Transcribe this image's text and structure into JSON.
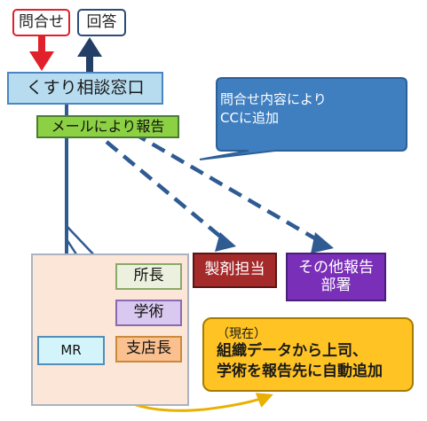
{
  "header": {
    "inquiry_label": "問合せ",
    "answer_label": "回答"
  },
  "desk": {
    "label": "くすり相談窓口"
  },
  "mail_report": {
    "label": "メールにより報告"
  },
  "callout": {
    "text": "問合せ内容により\nCCに追加"
  },
  "departments": {
    "manufacturing": "製剤担当",
    "other": "その他報告\n部署"
  },
  "branch": {
    "director": "所長",
    "academic": "学術",
    "branch_manager": "支店長",
    "mr": "MR"
  },
  "note": {
    "heading": "（現在）",
    "body": "組織データから上司、\n学術を報告先に自動追加"
  },
  "colors": {
    "inquiry_arrow": "#e0202a",
    "answer_arrow": "#243f66",
    "flow": "#2f5b93",
    "dashed": "#2f5b93",
    "callout": "#3f7fc0",
    "curve": "#e8b000"
  }
}
